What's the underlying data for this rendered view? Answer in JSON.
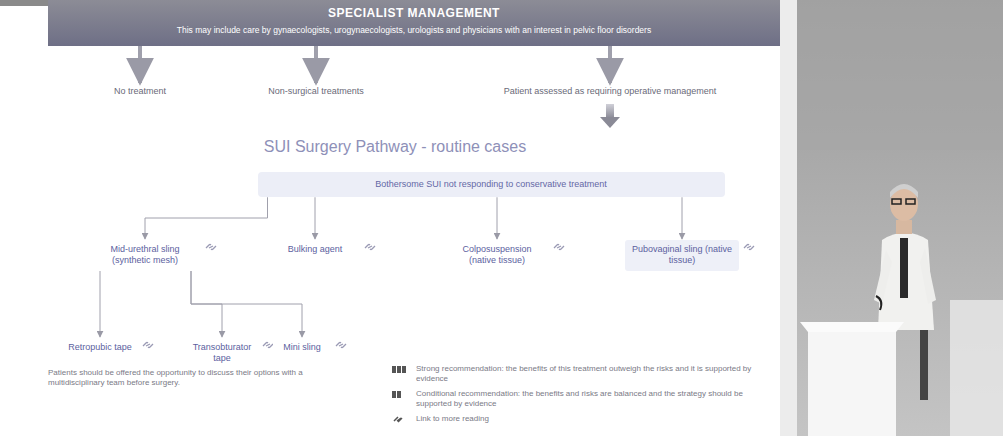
{
  "diagram": {
    "nodes": [
      {
        "text": [
          "SPECIALIST MANAGEMENT",
          "This may include care by gynaecologists, urogynaecologists, urologists and physicians with an interest in pelvic floor disorders"
        ]
      },
      {
        "text": [
          "No treatment"
        ]
      },
      {
        "text": [
          "Non-surgical treatments"
        ]
      },
      {
        "text": [
          "Patient assessed as requiring operative management"
        ]
      },
      {
        "text": [
          "Bothersome SUI not responding to conservative treatment"
        ]
      },
      {
        "text": [
          "Mid-urethral sling (synthetic mesh)"
        ]
      },
      {
        "text": [
          "Bulking agent"
        ]
      },
      {
        "text": [
          "Colposuspension (native tissue)"
        ]
      },
      {
        "text": [
          "Pubovaginal sling (native tissue)"
        ]
      },
      {
        "text": [
          "Retropubic tape"
        ]
      },
      {
        "text": [
          "Transobturator tape"
        ]
      },
      {
        "text": [
          "Mini sling"
        ]
      }
    ],
    "edges": [
      {
        "from": 0,
        "to": 1,
        "arrow": "to"
      },
      {
        "from": 0,
        "to": 2,
        "arrow": "to"
      },
      {
        "from": 0,
        "to": 3,
        "arrow": "to"
      },
      {
        "from": 4,
        "to": 5,
        "arrow": "to"
      },
      {
        "from": 4,
        "to": 6,
        "arrow": "to"
      },
      {
        "from": 4,
        "to": 7,
        "arrow": "to"
      },
      {
        "from": 4,
        "to": 8,
        "arrow": "to"
      },
      {
        "from": 5,
        "to": 9,
        "arrow": "to"
      },
      {
        "from": 5,
        "to": 10,
        "arrow": "to"
      },
      {
        "from": 5,
        "to": 11,
        "arrow": "to"
      }
    ],
    "labels": [
      "SUI Surgery Pathway - routine cases",
      "Patients should be offered the opportunity to discuss their options with a multidisciplinary team before surgery."
    ],
    "legend": [
      {
        "text": "Strong recommendation: the benefits of this treatment outweigh the risks and it is supported by evidence"
      },
      {
        "text": "Conditional recommendation: the benefits and risks are balanced and the strategy should be supported by evidence"
      },
      {
        "text": "Link to more reading"
      }
    ]
  }
}
